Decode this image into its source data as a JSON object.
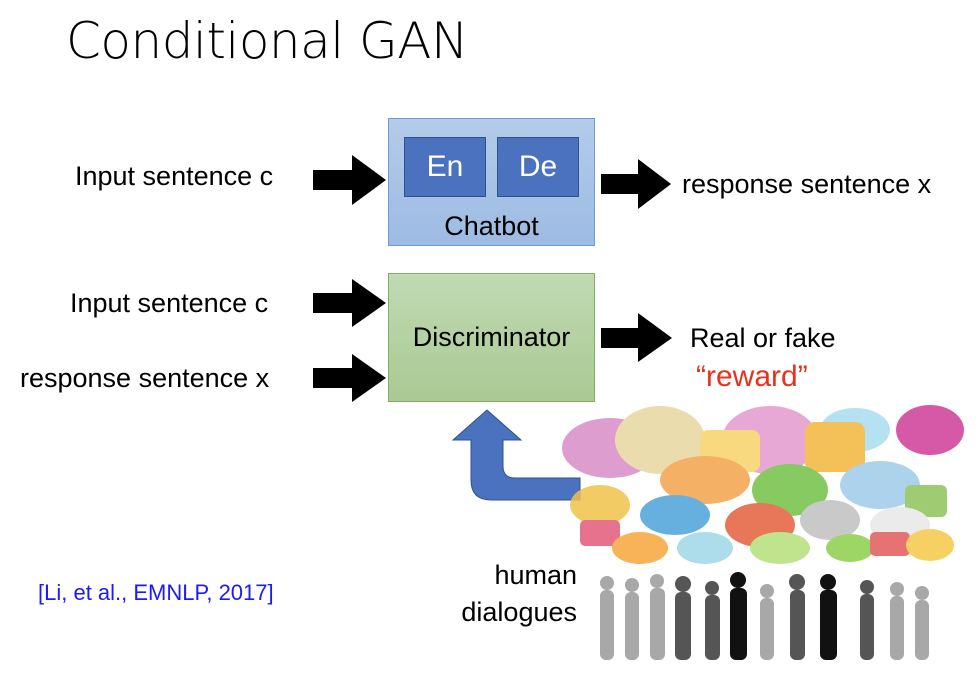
{
  "title": "Conditional GAN",
  "chatbot": {
    "label": "Chatbot",
    "encoder": "En",
    "decoder": "De",
    "input": "Input sentence c",
    "output": "response sentence x"
  },
  "discriminator": {
    "label": "Discriminator",
    "input_c": "Input sentence c",
    "input_x": "response sentence x",
    "output": "Real or fake",
    "reward": "“reward”"
  },
  "human": {
    "line1": "human",
    "line2": "dialogues"
  },
  "citation": "[Li, et al., EMNLP, 2017]",
  "colors": {
    "chatbot": "#a9c3e6",
    "encoder": "#4a72bf",
    "discriminator": "#b5d3a6",
    "reward": "#e8321e",
    "citation": "#1a1aff",
    "feedback_arrow": "#4a72bf"
  }
}
